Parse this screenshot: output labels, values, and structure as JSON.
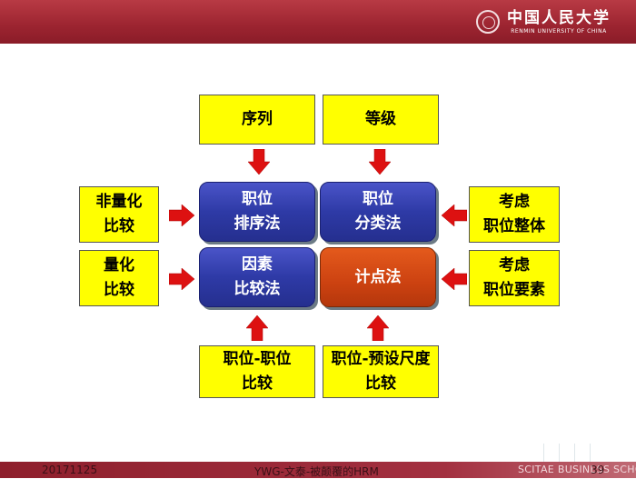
{
  "header": {
    "logo_cn": "中国人民大学",
    "logo_en": "RENMIN UNIVERSITY OF CHINA"
  },
  "diagram": {
    "top_left": "序列",
    "top_right": "等级",
    "left_top": [
      "非量化",
      "比较"
    ],
    "left_bottom": [
      "量化",
      "比较"
    ],
    "right_top": [
      "考虑",
      "职位整体"
    ],
    "right_bottom": [
      "考虑",
      "职位要素"
    ],
    "bottom_left": [
      "职位-职位",
      "比较"
    ],
    "bottom_right": [
      "职位-预设尺度",
      "比较"
    ],
    "center_tl": [
      "职位",
      "排序法"
    ],
    "center_tr": [
      "职位",
      "分类法"
    ],
    "center_bl": [
      "因素",
      "比较法"
    ],
    "center_br": "计点法"
  },
  "footer": {
    "date": "20171125",
    "title": "YWG-文泰-被颠覆的HRM",
    "school": "SCITAE BUSINESS SCHOOL",
    "page": "39"
  },
  "colors": {
    "header": "#9c2430",
    "yellow_box": "#ffff00",
    "blue_box": "#2e3aa6",
    "orange_box": "#cc4211",
    "arrow": "#dd1111"
  }
}
